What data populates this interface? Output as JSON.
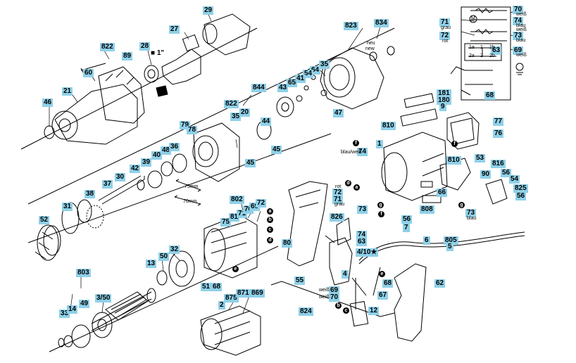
{
  "parts": [
    {
      "id": "p29",
      "label": "29"
    },
    {
      "id": "p822a",
      "label": "822"
    },
    {
      "id": "p89",
      "label": "89"
    },
    {
      "id": "p28",
      "label": "28"
    },
    {
      "id": "p27",
      "label": "27"
    },
    {
      "id": "p1in",
      "label": "■ 1\""
    },
    {
      "id": "p60",
      "label": "60"
    },
    {
      "id": "p21",
      "label": "21"
    },
    {
      "id": "p46",
      "label": "46"
    },
    {
      "id": "p823",
      "label": "823"
    },
    {
      "id": "p834",
      "label": "834"
    },
    {
      "id": "p35a",
      "label": "35"
    },
    {
      "id": "p64",
      "label": "64"
    },
    {
      "id": "p54a",
      "label": "54"
    },
    {
      "id": "p41",
      "label": "41"
    },
    {
      "id": "p65",
      "label": "65"
    },
    {
      "id": "p43",
      "label": "43"
    },
    {
      "id": "p844",
      "label": "844"
    },
    {
      "id": "p47",
      "label": "47"
    },
    {
      "id": "p822b",
      "label": "822"
    },
    {
      "id": "p20",
      "label": "20"
    },
    {
      "id": "p35b",
      "label": "35"
    },
    {
      "id": "p79",
      "label": "79"
    },
    {
      "id": "p78",
      "label": "78"
    },
    {
      "id": "p44",
      "label": "44"
    },
    {
      "id": "p45a",
      "label": "45"
    },
    {
      "id": "p45b",
      "label": "45"
    },
    {
      "id": "p40",
      "label": "40"
    },
    {
      "id": "p48",
      "label": "48"
    },
    {
      "id": "p36",
      "label": "36"
    },
    {
      "id": "p42",
      "label": "42"
    },
    {
      "id": "p39",
      "label": "39"
    },
    {
      "id": "p30",
      "label": "30"
    },
    {
      "id": "p37",
      "label": "37"
    },
    {
      "id": "p38",
      "label": "38"
    },
    {
      "id": "p31",
      "label": "31"
    },
    {
      "id": "p52",
      "label": "52"
    },
    {
      "id": "p802",
      "label": "802"
    },
    {
      "id": "p75",
      "label": "75"
    },
    {
      "id": "p81",
      "label": "81"
    },
    {
      "id": "p71a",
      "label": "71"
    },
    {
      "id": "p70a",
      "label": "70"
    },
    {
      "id": "p69a",
      "label": "69"
    },
    {
      "id": "p72a",
      "label": "72"
    },
    {
      "id": "p32",
      "label": "32"
    },
    {
      "id": "p50",
      "label": "50"
    },
    {
      "id": "p51",
      "label": "51"
    },
    {
      "id": "p68a",
      "label": "68"
    },
    {
      "id": "p803",
      "label": "803"
    },
    {
      "id": "p13",
      "label": "13"
    },
    {
      "id": "p350",
      "label": "3/50"
    },
    {
      "id": "p33",
      "label": "33"
    },
    {
      "id": "p14",
      "label": "14"
    },
    {
      "id": "p49",
      "label": "49"
    },
    {
      "id": "p2",
      "label": "2"
    },
    {
      "id": "p875",
      "label": "875"
    },
    {
      "id": "p871",
      "label": "871"
    },
    {
      "id": "p869",
      "label": "869"
    },
    {
      "id": "p70b",
      "label": "70"
    },
    {
      "id": "p71b",
      "label": "71"
    },
    {
      "id": "p74a",
      "label": "74"
    },
    {
      "id": "p72b",
      "label": "72"
    },
    {
      "id": "p73a",
      "label": "73"
    },
    {
      "id": "p63a",
      "label": "63"
    },
    {
      "id": "p69b",
      "label": "69"
    },
    {
      "id": "p68b",
      "label": "68"
    },
    {
      "id": "p181",
      "label": "181"
    },
    {
      "id": "p180",
      "label": "180"
    },
    {
      "id": "p9",
      "label": "9"
    },
    {
      "id": "p810a",
      "label": "810"
    },
    {
      "id": "p74b",
      "label": "74"
    },
    {
      "id": "p1",
      "label": "1"
    },
    {
      "id": "p77",
      "label": "77"
    },
    {
      "id": "p76",
      "label": "76"
    },
    {
      "id": "p53",
      "label": "53"
    },
    {
      "id": "p816",
      "label": "816"
    },
    {
      "id": "p810b",
      "label": "810"
    },
    {
      "id": "p90",
      "label": "90"
    },
    {
      "id": "p56a",
      "label": "56"
    },
    {
      "id": "p54b",
      "label": "54"
    },
    {
      "id": "p825",
      "label": "825"
    },
    {
      "id": "p56b",
      "label": "56"
    },
    {
      "id": "p66",
      "label": "66"
    },
    {
      "id": "p808",
      "label": "808"
    },
    {
      "id": "p73b",
      "label": "73"
    },
    {
      "id": "p72c",
      "label": "72"
    },
    {
      "id": "p71c",
      "label": "71"
    },
    {
      "id": "p73c",
      "label": "73"
    },
    {
      "id": "p826",
      "label": "826"
    },
    {
      "id": "p74c",
      "label": "74"
    },
    {
      "id": "p63b",
      "label": "63"
    },
    {
      "id": "p80",
      "label": "80"
    },
    {
      "id": "p56c",
      "label": "56"
    },
    {
      "id": "p7",
      "label": "7"
    },
    {
      "id": "p6",
      "label": "6"
    },
    {
      "id": "p805",
      "label": "805"
    },
    {
      "id": "p5",
      "label": "5"
    },
    {
      "id": "p4",
      "label": "4"
    },
    {
      "id": "p410",
      "label": "4/10★"
    },
    {
      "id": "p55",
      "label": "55"
    },
    {
      "id": "p69c",
      "label": "69"
    },
    {
      "id": "p70c",
      "label": "70"
    },
    {
      "id": "p67",
      "label": "67"
    },
    {
      "id": "p68c",
      "label": "68"
    },
    {
      "id": "p62",
      "label": "62"
    },
    {
      "id": "p12",
      "label": "12"
    },
    {
      "id": "p824",
      "label": "824"
    }
  ],
  "texts": [
    {
      "id": "t_neu",
      "text": "neu"
    },
    {
      "id": "t_new",
      "text": "new"
    },
    {
      "id": "t_75mm",
      "text": "75mm"
    },
    {
      "id": "t_70mm",
      "text": "70mm"
    },
    {
      "id": "t_blauweiss",
      "text": "blau/weiß"
    },
    {
      "id": "t_weiss1",
      "text": "weiß"
    },
    {
      "id": "t_blauweiss2",
      "text": "blau"
    },
    {
      "id": "t_weiss2",
      "text": "weiß"
    },
    {
      "id": "t_blau3",
      "text": "blau"
    },
    {
      "id": "t_weiss3",
      "text": "weiß"
    },
    {
      "id": "t_grau1",
      "text": "grau"
    },
    {
      "id": "t_rot1",
      "text": "rot"
    },
    {
      "id": "t_rot2",
      "text": "rot"
    },
    {
      "id": "t_grau2",
      "text": "grau"
    },
    {
      "id": "t_weiss4",
      "text": "weiß"
    },
    {
      "id": "t_weiss5",
      "text": "weiß"
    },
    {
      "id": "t_blau4",
      "text": "blau"
    },
    {
      "id": "t_1a",
      "text": "1a"
    },
    {
      "id": "t_1",
      "text": "1"
    },
    {
      "id": "t_1b",
      "text": "1b"
    },
    {
      "id": "t_2a",
      "text": "2a"
    },
    {
      "id": "t_2",
      "text": "2"
    },
    {
      "id": "t_2b",
      "text": "2b"
    },
    {
      "id": "t_M",
      "text": "M"
    }
  ],
  "connectors": [
    {
      "id": "c_a1",
      "text": "a"
    },
    {
      "id": "c_b1",
      "text": "b"
    },
    {
      "id": "c_c1",
      "text": "c"
    },
    {
      "id": "c_d1",
      "text": "d"
    },
    {
      "id": "c_e1",
      "text": "e"
    },
    {
      "id": "c_f1",
      "text": "f"
    },
    {
      "id": "c_g1",
      "text": "g"
    },
    {
      "id": "c_f2",
      "text": "f"
    },
    {
      "id": "c_d2",
      "text": "d"
    },
    {
      "id": "c_a2",
      "text": "a"
    },
    {
      "id": "c_g2",
      "text": "g"
    },
    {
      "id": "c_f3",
      "text": "f"
    },
    {
      "id": "c_e2",
      "text": "e"
    },
    {
      "id": "c_b2",
      "text": "b"
    },
    {
      "id": "c_c2",
      "text": "c"
    }
  ],
  "colors": {
    "label_bg": "#8fd0e8",
    "line": "#000000"
  }
}
